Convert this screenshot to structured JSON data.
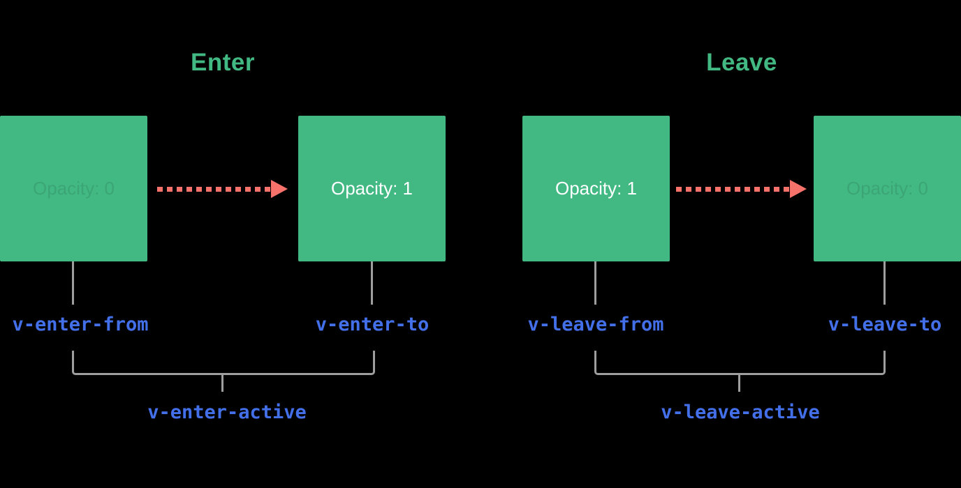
{
  "colors": {
    "green": "#42b883",
    "blue": "#4370e8",
    "red": "#f8726c",
    "gray": "#9e9e9e",
    "white": "#ffffff",
    "bg": "#000000"
  },
  "enter": {
    "title": "Enter",
    "from_box": {
      "label": "Opacity: 0"
    },
    "to_box": {
      "label": "Opacity: 1"
    },
    "from_class": "v-enter-from",
    "to_class": "v-enter-to",
    "active_class": "v-enter-active"
  },
  "leave": {
    "title": "Leave",
    "from_box": {
      "label": "Opacity: 1"
    },
    "to_box": {
      "label": "Opacity: 0"
    },
    "from_class": "v-leave-from",
    "to_class": "v-leave-to",
    "active_class": "v-leave-active"
  }
}
